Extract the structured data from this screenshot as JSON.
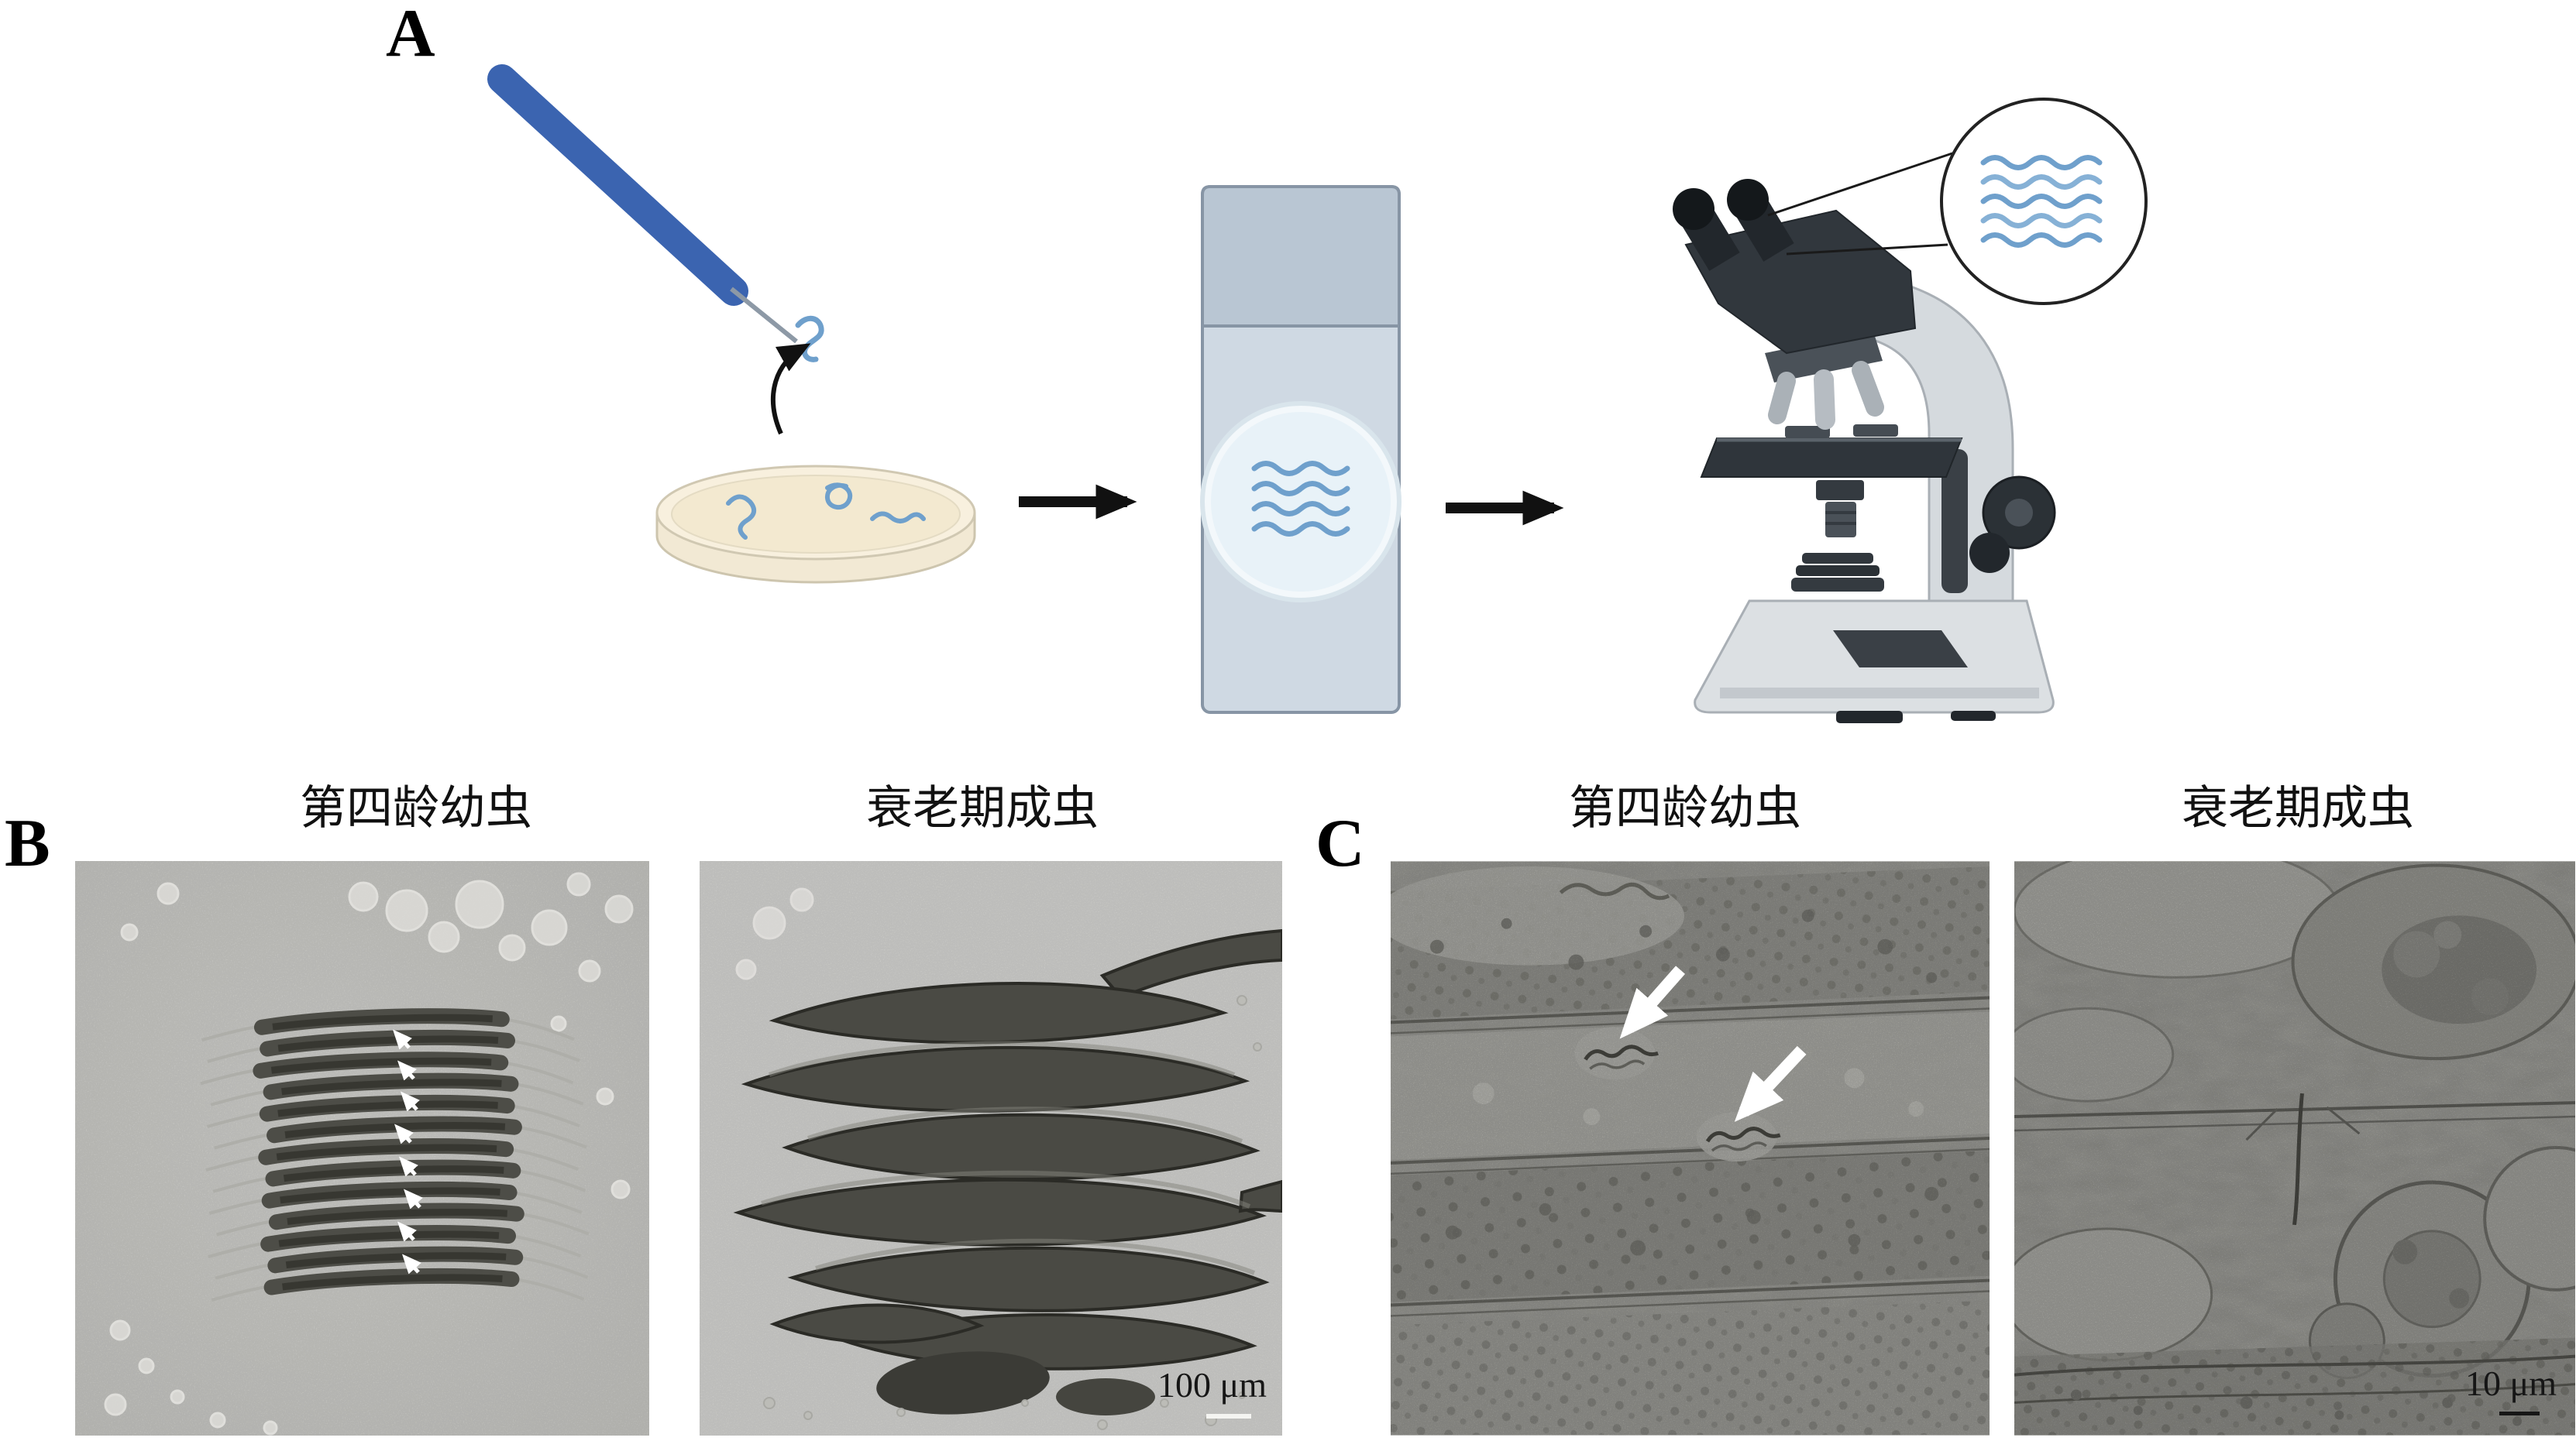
{
  "figure": {
    "panels": {
      "a": {
        "label": "A",
        "illustration_parts": [
          "worm-pick",
          "worm",
          "petri-dish",
          "flow-arrow",
          "microscope-slide",
          "flow-arrow",
          "microscope",
          "magnified-worms-callout"
        ]
      },
      "b": {
        "label": "B",
        "columns": [
          {
            "title": "第四龄幼虫"
          },
          {
            "title": "衰老期成虫"
          }
        ],
        "scale_label": "100 μm"
      },
      "c": {
        "label": "C",
        "columns": [
          {
            "title": "第四龄幼虫"
          },
          {
            "title": "衰老期成虫"
          }
        ],
        "scale_label": "10 μm"
      }
    },
    "colors": {
      "worm_blue": "#6fa0cc",
      "pick_handle_blue": "#3b64b0",
      "petri_cream": "#f8f0de",
      "slide_body": "#cfd9e3",
      "slide_frosted": "#b9c6d3",
      "flow_arrow_black": "#111111",
      "annotation_arrow_white": "#ffffff",
      "micrograph_gray": "#d6d6d3"
    }
  }
}
